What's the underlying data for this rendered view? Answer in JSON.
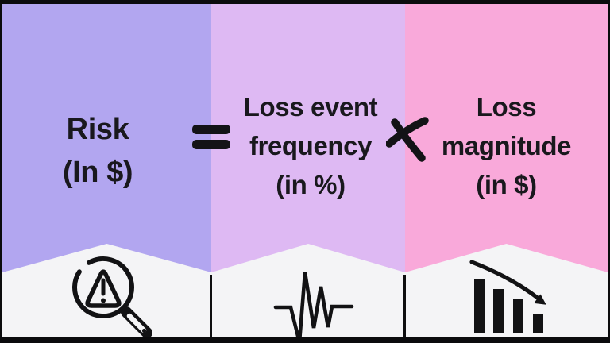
{
  "formula": {
    "panels": [
      {
        "id": "risk",
        "lines": [
          "Risk",
          "(In $)"
        ],
        "color": "#b2a6f0",
        "icon": "magnifier-warning-icon"
      },
      {
        "id": "loss-event-frequency",
        "lines": [
          "Loss event",
          "frequency",
          "(in %)"
        ],
        "color": "#deb9f3",
        "icon": "waveform-icon"
      },
      {
        "id": "loss-magnitude",
        "lines": [
          "Loss",
          "magnitude",
          "(in $)"
        ],
        "color": "#f9a9da",
        "icon": "bar-chart-decline-icon"
      }
    ],
    "operators": [
      {
        "id": "equals",
        "symbol": "="
      },
      {
        "id": "multiply",
        "symbol": "×"
      }
    ]
  },
  "colors": {
    "background": "#f4f4f6",
    "frame_border": "#0b0b0d",
    "text": "#19181d",
    "icon": "#121214"
  }
}
